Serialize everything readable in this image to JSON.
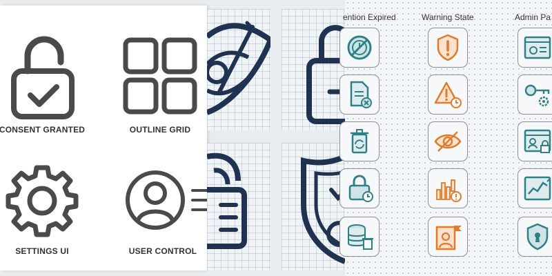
{
  "panels": {
    "left": {
      "icons": [
        {
          "label": "CONSENT GRANTED",
          "icon": "unlocked-padlock-check-icon"
        },
        {
          "label": "OUTLINE GRID",
          "icon": "outline-grid-icon"
        },
        {
          "label": "SETTINGS UI",
          "icon": "gear-icon"
        },
        {
          "label": "USER CONTROL",
          "icon": "user-circle-icon"
        }
      ]
    },
    "right": {
      "columns": [
        {
          "header": "ention Expired",
          "color": "#2f7f86"
        },
        {
          "header": "Warning State",
          "color": "#e07b2b"
        },
        {
          "header": "Admin Pa",
          "color": "#2f7f86"
        }
      ]
    }
  },
  "colors": {
    "left_icon": "#4a4a4a",
    "navy": "#1f3350",
    "teal": "#2f7f86",
    "orange": "#e07b2b"
  }
}
